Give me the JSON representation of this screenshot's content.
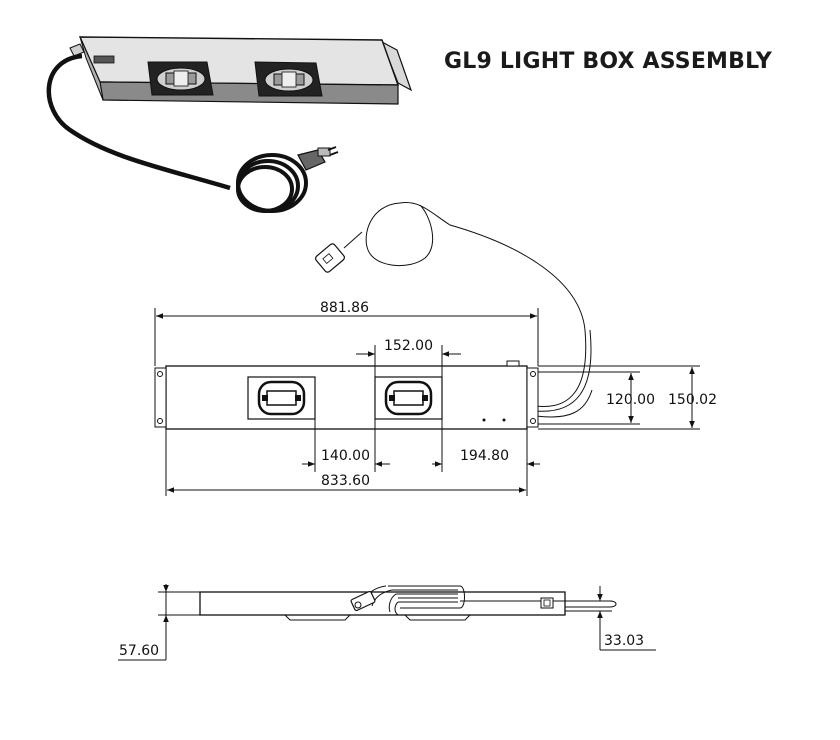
{
  "title": "GL9 LIGHT BOX ASSEMBLY",
  "dimensions": {
    "overall_length": "881.86",
    "lamp_spacing": "152.00",
    "lamp_height": "120.00",
    "body_height": "150.02",
    "lamp_width": "140.00",
    "end_offset": "194.80",
    "body_length": "833.60",
    "side_height": "57.60",
    "cable_height": "33.03"
  }
}
